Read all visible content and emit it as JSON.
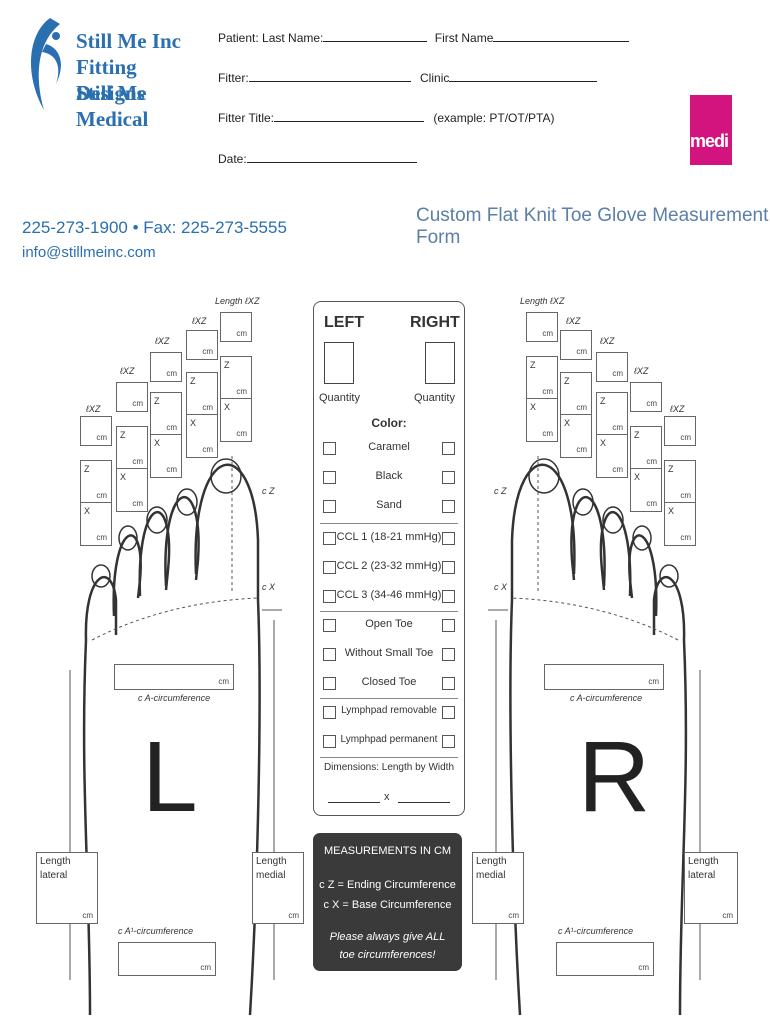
{
  "header": {
    "logo_lines": [
      "Still Me Inc",
      "Fitting Designs",
      "Still Me Medical"
    ],
    "fields": [
      {
        "label": "Patient:  Last Name:",
        "second": "First Name"
      },
      {
        "label": "Fitter:",
        "second": "Clinic"
      },
      {
        "label": "Fitter Title:",
        "second": "(example: PT/OT/PTA)"
      },
      {
        "label": "Date:"
      }
    ],
    "phone_fax": "225-273-1900  •  Fax: 225-273-5555",
    "email": "info@stillmeinc.com",
    "form_title": "Custom Flat Knit Toe Glove Measurement Form",
    "brand_badge": "medi"
  },
  "labels": {
    "length_cxz": "Length ℓXZ",
    "cxz": "ℓXZ",
    "z": "Z",
    "x": "X",
    "cm": "cm",
    "cz": "c Z",
    "cx": "c X",
    "ca_circ": "c A-circumference",
    "ca1_circ": "c A¹-circumference",
    "length": "Length",
    "lateral": "lateral",
    "medial": "medial",
    "foot_left": "L",
    "foot_right": "R"
  },
  "panel": {
    "left": "LEFT",
    "right": "RIGHT",
    "quantity": "Quantity",
    "color_heading": "Color:",
    "options": [
      "Caramel",
      "Black",
      "Sand",
      "CCL 1 (18-21 mmHg)",
      "CCL 2 (23-32 mmHg)",
      "CCL 3 (34-46 mmHg)",
      "Open Toe",
      "Without Small Toe",
      "Closed Toe",
      "Lymphpad removable",
      "Lymphpad permanent"
    ],
    "dimensions": "Dimensions: Length by Width",
    "x": "x"
  },
  "measurements_box": {
    "title": "MEASUREMENTS IN CM",
    "line1": "c Z = Ending Circumference",
    "line2": "c X = Base Circumference",
    "note1": "Please always give ALL",
    "note2": "toe circumferences!"
  },
  "colors": {
    "brand_blue": "#2a6fb0",
    "medi_pink": "#d4147e",
    "dark_box": "#3a3a3a"
  }
}
